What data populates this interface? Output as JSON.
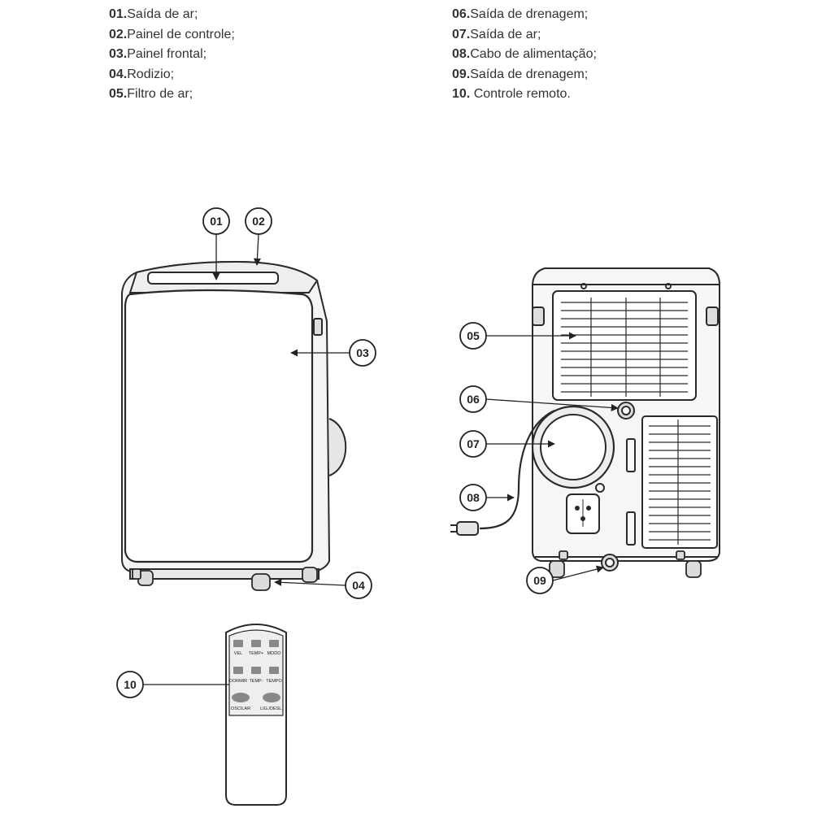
{
  "legend_left": [
    {
      "num": "01.",
      "label": "Saída de ar;"
    },
    {
      "num": "02.",
      "label": "Painel de controle;"
    },
    {
      "num": "03.",
      "label": "Painel frontal;"
    },
    {
      "num": "04.",
      "label": "Rodizio;"
    },
    {
      "num": "05.",
      "label": "Filtro de ar;"
    }
  ],
  "legend_right": [
    {
      "num": "06.",
      "label": "Saída de drenagem;"
    },
    {
      "num": "07.",
      "label": "Saída de ar;"
    },
    {
      "num": "08.",
      "label": "Cabo de alimentação;"
    },
    {
      "num": "09.",
      "label": "Saída de drenagem;"
    },
    {
      "num": "10.",
      "label": " Controle remoto."
    }
  ],
  "callouts": {
    "c01": "01",
    "c02": "02",
    "c03": "03",
    "c04": "04",
    "c05": "05",
    "c06": "06",
    "c07": "07",
    "c08": "08",
    "c09": "09",
    "c10": "10"
  },
  "remote_buttons": {
    "vel": "VEL",
    "temp_up": "TEMP+",
    "modo": "MODO",
    "dormir": "DORMIR",
    "temp_down": "TEMP-",
    "tempo": "TEMPO",
    "oscilar": "OSCILAR",
    "lig_desl": "LIG./DESL."
  }
}
